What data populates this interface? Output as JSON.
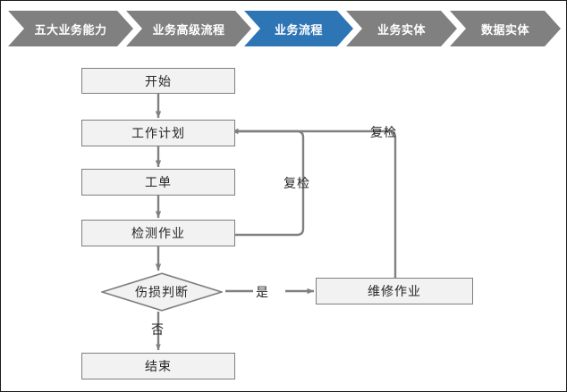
{
  "breadcrumb": {
    "active_color": "#2e75b6",
    "inactive_color": "#808080",
    "items": [
      {
        "label": "五大业务能力",
        "active": false
      },
      {
        "label": "业务高级流程",
        "active": false
      },
      {
        "label": "业务流程",
        "active": true
      },
      {
        "label": "业务实体",
        "active": false
      },
      {
        "label": "数据实体",
        "active": false
      }
    ]
  },
  "flowchart": {
    "node_fill": "#f2f2f2",
    "node_stroke": "#7f7f7f",
    "connector_color": "#808080",
    "nodes": {
      "start": "开始",
      "work_plan": "工作计划",
      "work_order": "工单",
      "inspection": "检测作业",
      "decision": "伤损判断",
      "repair": "维修作业",
      "end": "结束"
    },
    "edge_labels": {
      "yes": "是",
      "no": "否",
      "recheck_inner": "复检",
      "recheck_outer": "复检"
    }
  }
}
